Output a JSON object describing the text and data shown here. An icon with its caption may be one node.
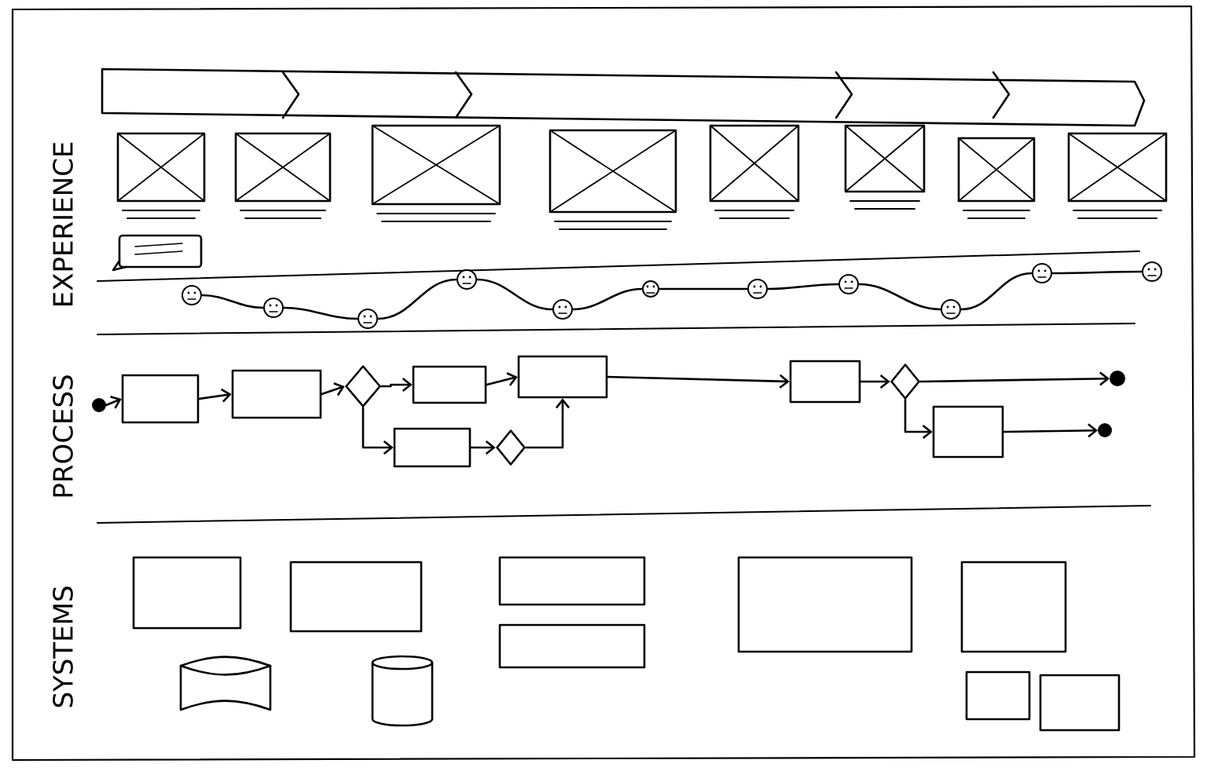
{
  "diagram": {
    "nodes": [
      {
        "text": [],
        "shape": "circle"
      },
      {
        "text": [],
        "shape": "circle"
      },
      {
        "text": [],
        "shape": "circle"
      },
      {
        "text": [],
        "shape": "circle"
      },
      {
        "text": [],
        "shape": "circle"
      },
      {
        "text": [],
        "shape": "circle"
      },
      {
        "text": [],
        "shape": "circle"
      },
      {
        "text": [],
        "shape": "circle"
      },
      {
        "text": [],
        "shape": "circle"
      },
      {
        "text": [],
        "shape": "circle"
      },
      {
        "text": [],
        "shape": "circle"
      },
      {
        "text": [],
        "shape": "circle"
      },
      {
        "text": [],
        "shape": "box"
      },
      {
        "text": [],
        "shape": "box"
      },
      {
        "text": [],
        "shape": "diamond"
      },
      {
        "text": [],
        "shape": "box"
      },
      {
        "text": [],
        "shape": "box"
      },
      {
        "text": [],
        "shape": "diamond"
      },
      {
        "text": [],
        "shape": "box"
      },
      {
        "text": [],
        "shape": "box"
      },
      {
        "text": [],
        "shape": "diamond"
      },
      {
        "text": [],
        "shape": "circle"
      },
      {
        "text": [],
        "shape": "box"
      },
      {
        "text": [],
        "shape": "circle"
      }
    ],
    "edges": [
      {
        "from": 0,
        "to": 1,
        "arrow": "none"
      },
      {
        "from": 1,
        "to": 2,
        "arrow": "none"
      },
      {
        "from": 2,
        "to": 3,
        "arrow": "none"
      },
      {
        "from": 3,
        "to": 4,
        "arrow": "none"
      },
      {
        "from": 4,
        "to": 5,
        "arrow": "none"
      },
      {
        "from": 5,
        "to": 6,
        "arrow": "none"
      },
      {
        "from": 6,
        "to": 7,
        "arrow": "none"
      },
      {
        "from": 7,
        "to": 8,
        "arrow": "none"
      },
      {
        "from": 8,
        "to": 9,
        "arrow": "none"
      },
      {
        "from": 9,
        "to": 10,
        "arrow": "none"
      },
      {
        "from": 11,
        "to": 12,
        "arrow": "to"
      },
      {
        "from": 12,
        "to": 13,
        "arrow": "to"
      },
      {
        "from": 13,
        "to": 14,
        "arrow": "to"
      },
      {
        "from": 14,
        "to": 15,
        "arrow": "to"
      },
      {
        "from": 14,
        "to": 16,
        "arrow": "to"
      },
      {
        "from": 15,
        "to": 18,
        "arrow": "to"
      },
      {
        "from": 16,
        "to": 17,
        "arrow": "to"
      },
      {
        "from": 17,
        "to": 18,
        "arrow": "to"
      },
      {
        "from": 18,
        "to": 19,
        "arrow": "to"
      },
      {
        "from": 19,
        "to": 20,
        "arrow": "to"
      },
      {
        "from": 20,
        "to": 21,
        "arrow": "to"
      },
      {
        "from": 20,
        "to": 22,
        "arrow": "to"
      },
      {
        "from": 22,
        "to": 23,
        "arrow": "to"
      }
    ],
    "labels": [
      "EXPERIENCE",
      "PROCESS",
      "SYSTEMS"
    ]
  }
}
